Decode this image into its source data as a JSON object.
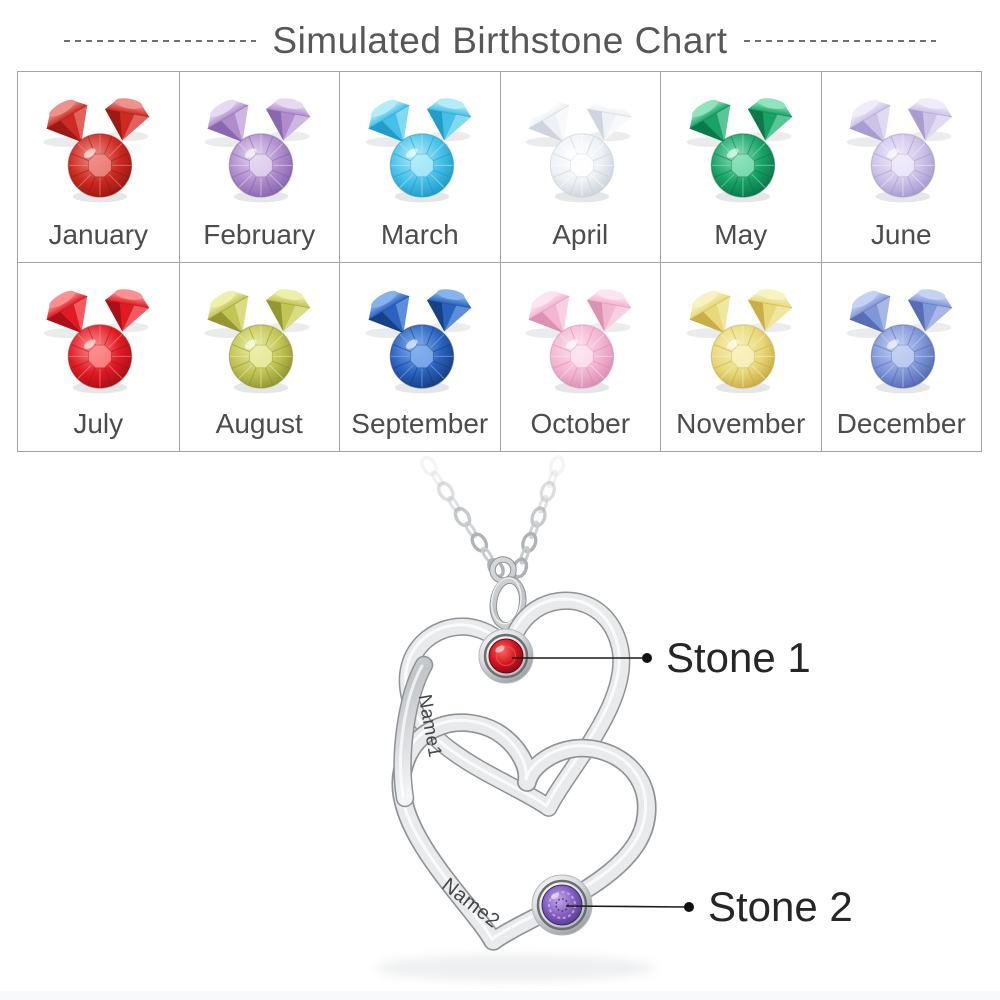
{
  "title": "Simulated Birthstone Chart",
  "birthstone_grid": {
    "months": [
      {
        "label": "January",
        "main": "#cc2a22",
        "light": "#f0908a",
        "dark": "#8c1410"
      },
      {
        "label": "February",
        "main": "#b08ccc",
        "light": "#e6d9f2",
        "dark": "#7d5ca6"
      },
      {
        "label": "March",
        "main": "#45c0e8",
        "light": "#b5ecfa",
        "dark": "#1792bf"
      },
      {
        "label": "April",
        "main": "#eef1f5",
        "light": "#ffffff",
        "dark": "#c3cbd6"
      },
      {
        "label": "May",
        "main": "#17a266",
        "light": "#8fe3bd",
        "dark": "#0a6b42"
      },
      {
        "label": "June",
        "main": "#cdc3e8",
        "light": "#f0ecfa",
        "dark": "#9c8fc7"
      },
      {
        "label": "July",
        "main": "#e01b24",
        "light": "#ff9090",
        "dark": "#9a0e14"
      },
      {
        "label": "August",
        "main": "#c2c455",
        "light": "#ecf0a8",
        "dark": "#848a28"
      },
      {
        "label": "September",
        "main": "#2a62be",
        "light": "#86b2ee",
        "dark": "#123672"
      },
      {
        "label": "October",
        "main": "#f2b6d2",
        "light": "#fce5f0",
        "dark": "#d584ab"
      },
      {
        "label": "November",
        "main": "#e8d87a",
        "light": "#f8f2c0",
        "dark": "#c0a23a"
      },
      {
        "label": "December",
        "main": "#8097d8",
        "light": "#c6d2f4",
        "dark": "#4b5fa8"
      }
    ]
  },
  "pendant": {
    "engraving_1": "Name1",
    "engraving_2": "Name2",
    "stone_1": {
      "label": "Stone 1",
      "color": "#c8101f"
    },
    "stone_2": {
      "label": "Stone 2",
      "color": "#7e5bb8"
    }
  }
}
